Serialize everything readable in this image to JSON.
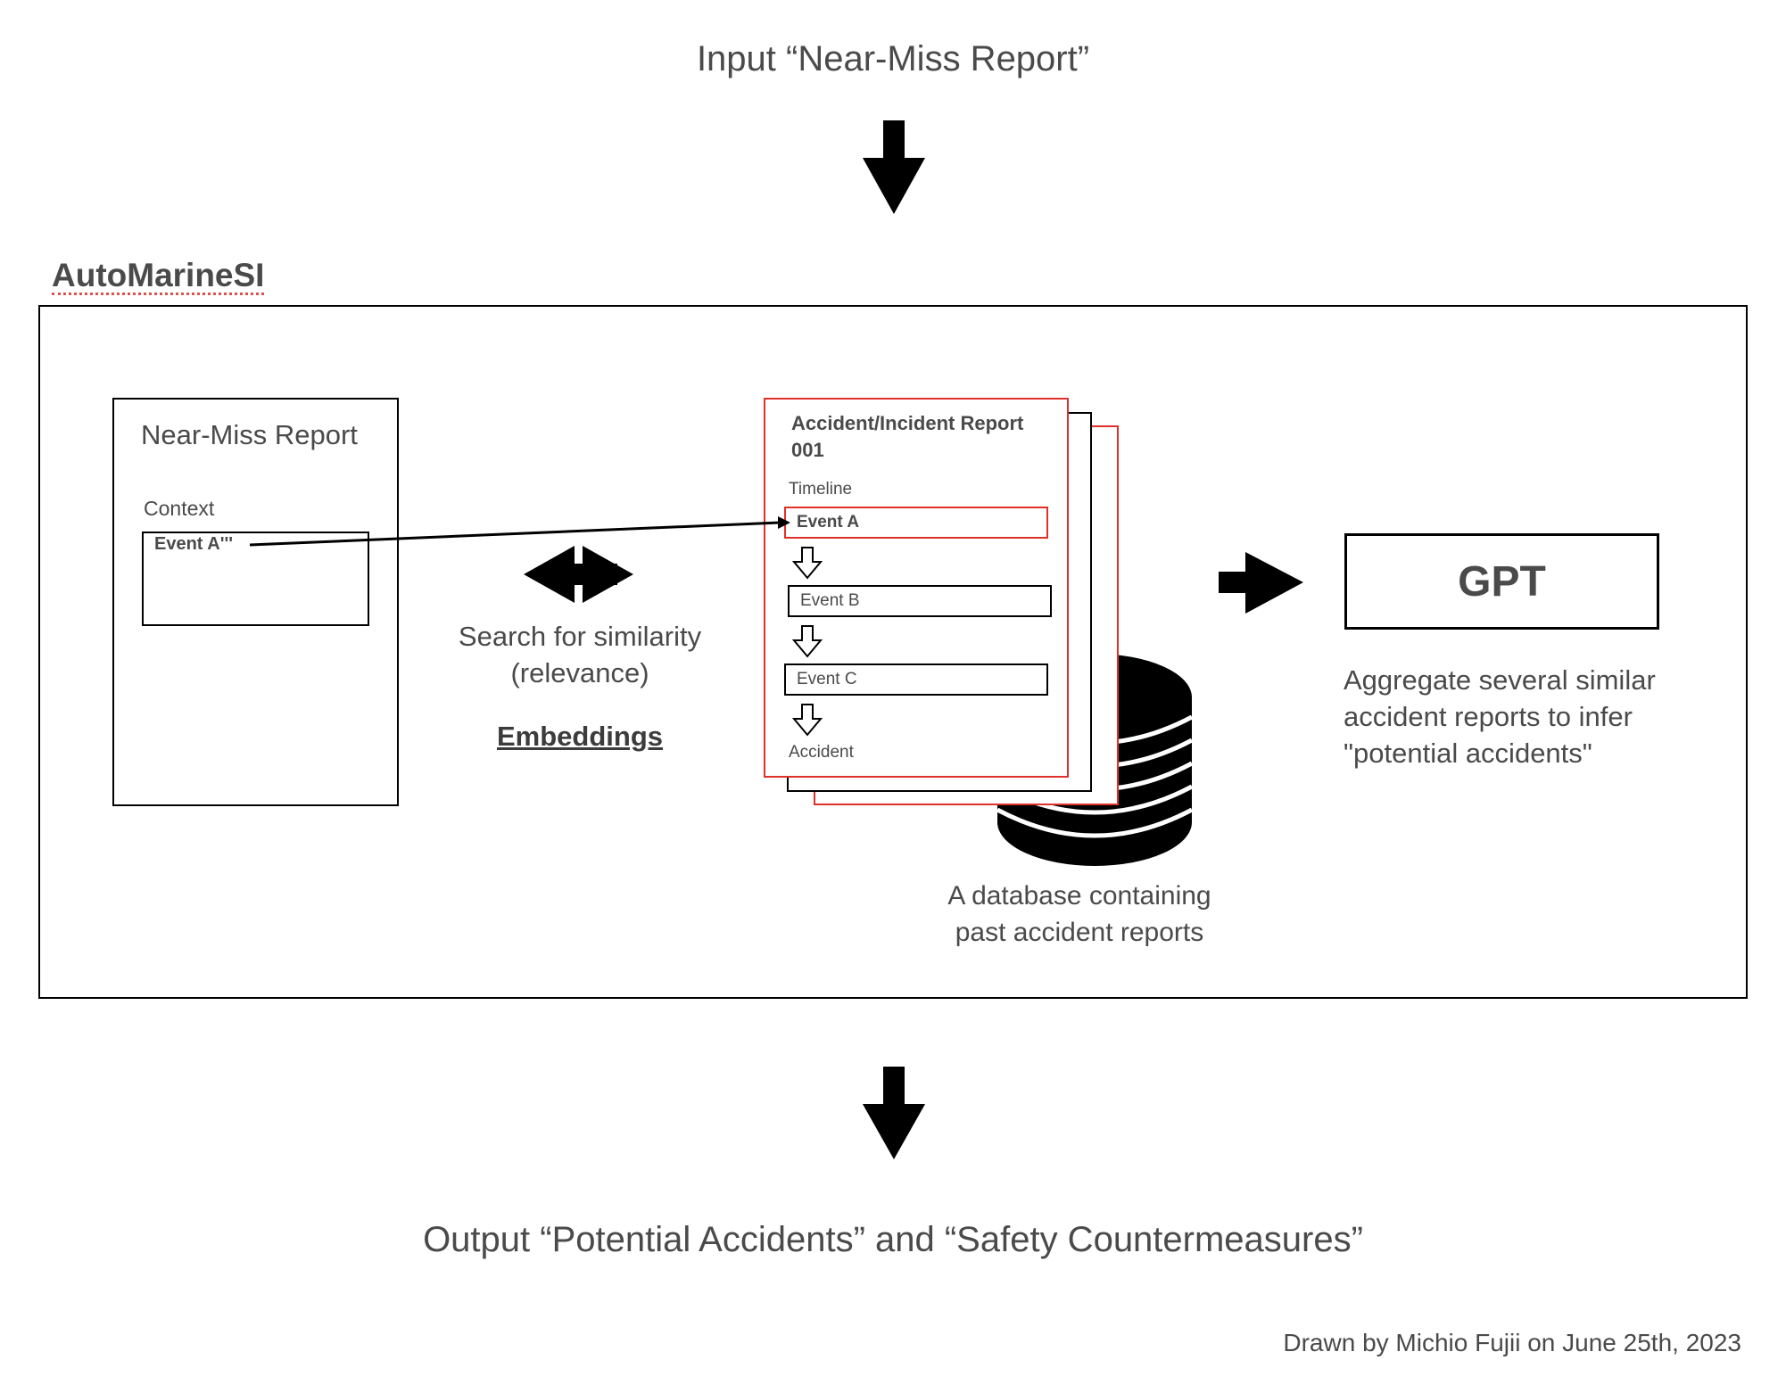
{
  "input_label": "Input “Near-Miss Report”",
  "output_label": "Output “Potential Accidents” and “Safety Countermeasures”",
  "credit": "Drawn by Michio Fujii on June 25th, 2023",
  "system_name": "AutoMarineSI",
  "near_miss": {
    "title": "Near-Miss Report",
    "context_label": "Context",
    "event_label": "Event A'''"
  },
  "search": {
    "line1": "Search for similarity",
    "line2": "(relevance)",
    "method": "Embeddings"
  },
  "accident_report": {
    "title_line1": "Accident/Incident Report",
    "title_line2": "001",
    "timeline_label": "Timeline",
    "events": [
      "Event A",
      "Event B",
      "Event C"
    ],
    "final_label": "Accident"
  },
  "database": {
    "caption_line1": "A database containing",
    "caption_line2": "past accident reports"
  },
  "gpt": {
    "label": "GPT",
    "caption_line1": "Aggregate several similar",
    "caption_line2": "accident reports to infer",
    "caption_line3": "\"potential accidents\""
  },
  "colors": {
    "highlight": "#e0302a",
    "text": "#4a4a4a",
    "stroke": "#000000"
  }
}
